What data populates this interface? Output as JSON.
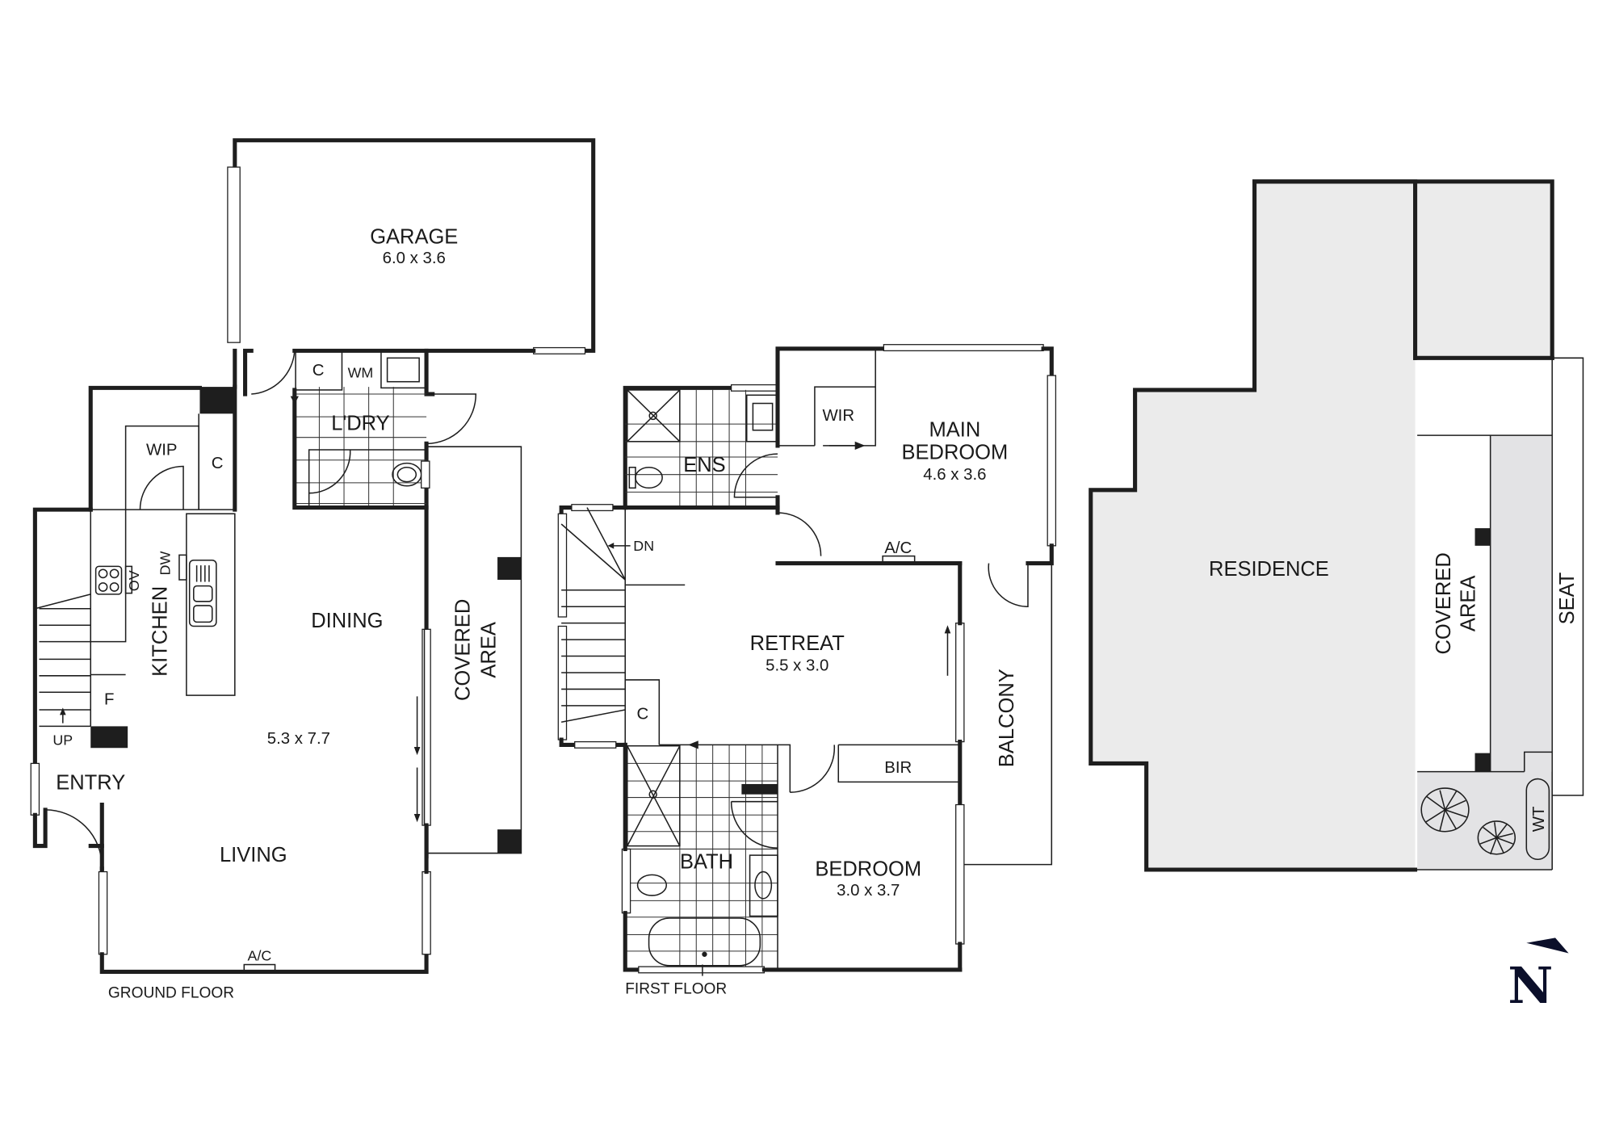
{
  "plan": {
    "ground_floor": {
      "caption": "GROUND FLOOR",
      "rooms": {
        "garage": {
          "name": "GARAGE",
          "dims": "6.0 x 3.6"
        },
        "laundry": {
          "name": "L'DRY"
        },
        "laundry_cupboard": {
          "name": "C"
        },
        "washing_machine": {
          "name": "WM"
        },
        "wip": {
          "name": "WIP"
        },
        "cupboard": {
          "name": "C"
        },
        "kitchen": {
          "name": "KITCHEN"
        },
        "dishwasher": {
          "name": "DW"
        },
        "oven": {
          "name": "OV"
        },
        "fridge": {
          "name": "F"
        },
        "stairs_up": {
          "name": "UP"
        },
        "entry": {
          "name": "ENTRY"
        },
        "dining": {
          "name": "DINING"
        },
        "living_dining_dims": {
          "dims": "5.3 x 7.7"
        },
        "living": {
          "name": "LIVING"
        },
        "ac": {
          "name": "A/C"
        },
        "covered_area": {
          "line1": "COVERED",
          "line2": "AREA"
        }
      }
    },
    "first_floor": {
      "caption": "FIRST FLOOR",
      "rooms": {
        "ensuite": {
          "name": "ENS"
        },
        "wir": {
          "name": "WIR"
        },
        "main_bedroom": {
          "line1": "MAIN",
          "line2": "BEDROOM",
          "dims": "4.6 x 3.6"
        },
        "ac": {
          "name": "A/C"
        },
        "stairs_down": {
          "name": "DN"
        },
        "retreat": {
          "name": "RETREAT",
          "dims": "5.5 x 3.0"
        },
        "cupboard": {
          "name": "C"
        },
        "balcony": {
          "name": "BALCONY"
        },
        "bir": {
          "name": "BIR"
        },
        "bath": {
          "name": "BATH"
        },
        "bedroom": {
          "name": "BEDROOM",
          "dims": "3.0 x 3.7"
        }
      }
    },
    "site_plan": {
      "residence": {
        "name": "RESIDENCE"
      },
      "covered_area": {
        "line1": "COVERED",
        "line2": "AREA"
      },
      "seat": {
        "name": "SEAT"
      },
      "water_tank": {
        "name": "WT"
      }
    },
    "compass": {
      "letter": "N"
    },
    "colors": {
      "wall": "#1e1e1e",
      "roof_fill": "#ebebeb",
      "courtyard_fill": "#e3e3e5",
      "compass": "#0b0f2a"
    }
  }
}
